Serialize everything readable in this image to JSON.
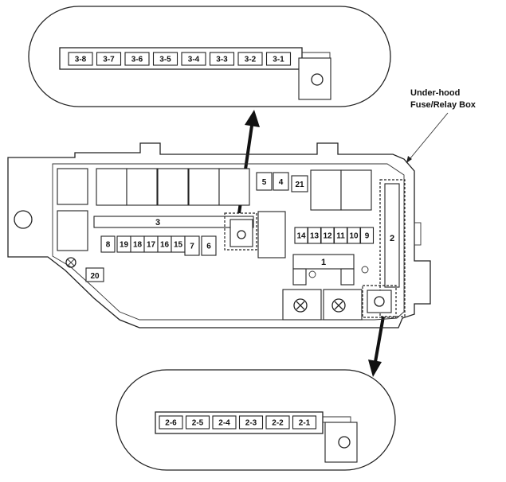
{
  "callout": {
    "line1": "Under-hood",
    "line2": "Fuse/Relay Box"
  },
  "top_panel": {
    "fuses": [
      "3-8",
      "3-7",
      "3-6",
      "3-5",
      "3-4",
      "3-3",
      "3-2",
      "3-1"
    ]
  },
  "bottom_panel": {
    "fuses": [
      "2-6",
      "2-5",
      "2-4",
      "2-3",
      "2-2",
      "2-1"
    ]
  },
  "box_labels": {
    "f5": "5",
    "f4": "4",
    "f21": "21",
    "f3": "3",
    "f2": "2",
    "f1": "1",
    "f20": "20",
    "f8": "8",
    "f19": "19",
    "f18": "18",
    "f17": "17",
    "f16": "16",
    "f15": "15",
    "f7": "7",
    "f6": "6",
    "f14": "14",
    "f13": "13",
    "f12": "12",
    "f11": "11",
    "f10": "10",
    "f9": "9"
  },
  "colors": {
    "line": "#222222",
    "background": "#ffffff"
  }
}
